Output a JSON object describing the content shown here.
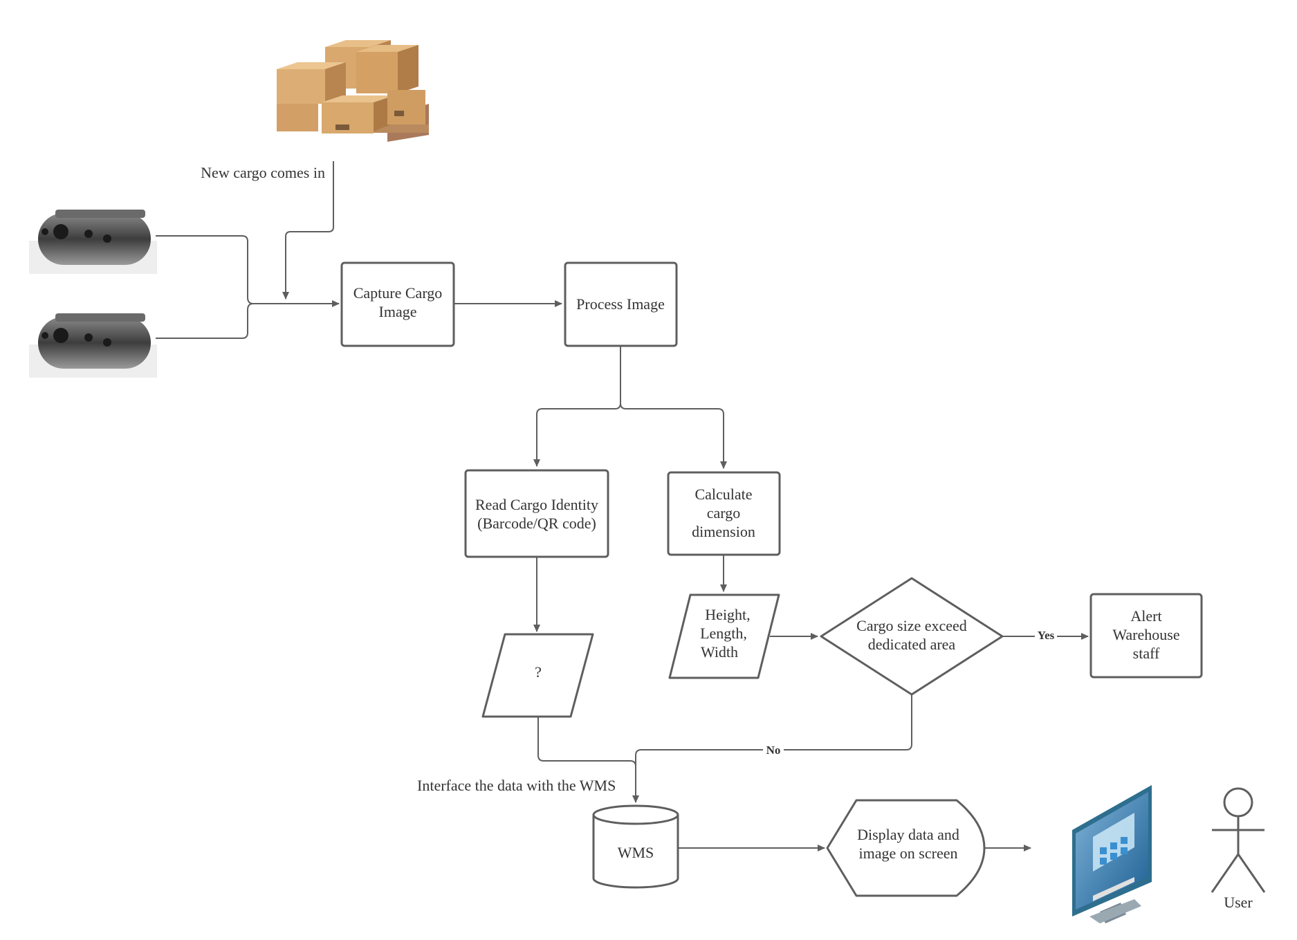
{
  "nodes": {
    "new_cargo_label": "New cargo comes in",
    "capture": [
      "Capture Cargo",
      "Image"
    ],
    "process": "Process Image",
    "read_identity": [
      "Read Cargo Identity",
      "(Barcode/QR code)"
    ],
    "calc_dimension": [
      "Calculate",
      "cargo",
      "dimension"
    ],
    "dimensions": [
      "Height,",
      "Length,",
      "Width"
    ],
    "unknown": "?",
    "decision": [
      "Cargo size exceed",
      "dedicated area"
    ],
    "alert": [
      "Alert",
      "Warehouse",
      "staff"
    ],
    "interface_label": "Interface the data with the WMS",
    "wms": "WMS",
    "display": [
      "Display data and",
      "image on screen"
    ],
    "user": "User"
  },
  "edges": {
    "yes": "Yes",
    "no": "No"
  },
  "icons": {
    "cargo": "cargo-boxes-pallet-icon",
    "camera": "depth-camera-icon",
    "monitor": "computer-monitor-icon",
    "user": "stick-figure-user-icon"
  },
  "colors": {
    "stroke": "#5e5e5e",
    "text": "#333333",
    "box_brown": "#c8955c",
    "camera_body": "#4a4a4a",
    "monitor_frame": "#2e6e8e"
  }
}
